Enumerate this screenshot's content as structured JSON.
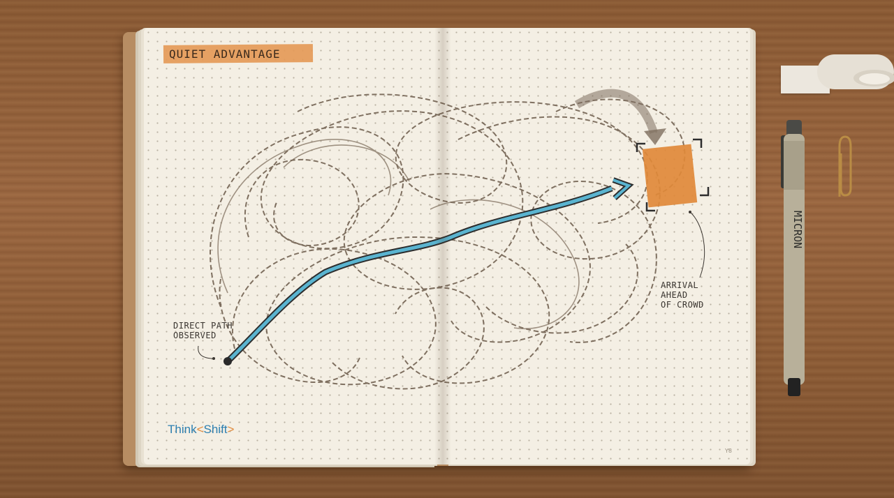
{
  "notebook": {
    "title": "QUIET ADVANTAGE",
    "label_direct_path": [
      "DIRECT PATH",
      "OBSERVED"
    ],
    "label_arrival": [
      "ARRIVAL",
      "AHEAD",
      "OF CROWD"
    ],
    "brand": {
      "part1": "Think",
      "bracket_open": "<",
      "part2": "Shift",
      "bracket_close": ">"
    },
    "page_number": "Y8"
  },
  "pen": {
    "brand_text": "MICRON"
  },
  "colors": {
    "wood": "#8a5a34",
    "paper": "#f4efe4",
    "highlight_tape": "#e49a58",
    "direct_path": "#5ab4d0",
    "target_box": "#e0893a",
    "tangled_paths": "#6b5a4a",
    "brand_blue": "#2d7fb0",
    "brand_orange": "#e08a3c"
  }
}
